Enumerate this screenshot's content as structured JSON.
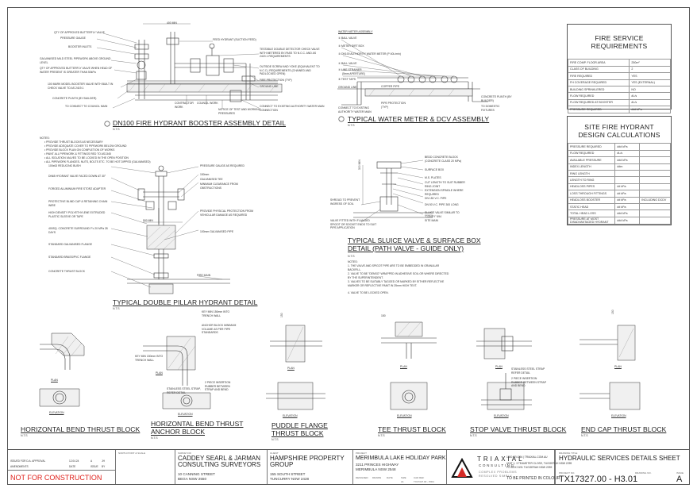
{
  "drawings": {
    "booster": {
      "title": "DN100 FIRE HYDRANT BOOSTER ASSEMBLY DETAIL",
      "scale": "N.T.S",
      "dim": "400 MIN",
      "notes_head": "NOTES:",
      "notes": [
        "PROVIDE THRUST BLOCKS AS NECESSARY",
        "PROVIDE ADEQUATE COVER TO PIPEWORK BELOW GROUND",
        "PROVIDE BLOCK PLAN ON COMPLETION OF WORKS",
        "PAINT ALL PIPEWORK & FITTINGS RED TO AS1345",
        "ALL ISOLATION VALVES TO BE LOCKED IN THE OPEN POSITION",
        "ALL PIPEWORK FLANGES- NUTS, BOLTS ETC. TO BE HOT DIPPED (GALVANISED)"
      ],
      "labels_left": [
        "QTY OF APPROVED BUTTERFLY VALVE",
        "PRESSURE GAUGE",
        "BOOSTER INLETS",
        "GALVANISED MILD STEEL PIPEWORK ABOVE GROUND LEVEL",
        "QTY OF APPROVED BUTTERFLY VALVE WHEN HEAD OF WATER PRESENT IS GREATER THAN 50kPa",
        "100 MARK MODEL BOOSTER VALVE WITH BUILT IN CHECK VALVE TO AS 2419.1",
        "CONCRETE PLINTH (BY BUILDER)",
        "TO CONNECT TO COUNCIL MAIN"
      ],
      "labels_right": [
        "FEED HYDRANT (SUCTION FEED)",
        "TESTABLE DOUBLE DETECTOR CHECK VALVE WITH METERED BY-PASS TO N.C.C. AND AS 2419.1 REQUIREMENTS",
        "OUTSIDE SCREW AND YOKE (EQUIVALENT TO N.C.C.) REQUIREMENTS (CHAINED AND PADLOCKED OPEN)",
        "FIRE PROTECTION (TYP)",
        "GROUND LINE",
        "CONNECT TO EXISTING AUTHORITY WATER MAIN CONNECTION"
      ],
      "labels_bottom": [
        "CONTRACTOR WORK",
        "COUNCIL WORK",
        "NOTICE OF TEST AND WORKING PRESSURES"
      ]
    },
    "meter": {
      "title": "TYPICAL WATER METER & DCV ASSEMBLY",
      "scale": "N.T.S",
      "legend_head": "WATER METER ASSEMBLY",
      "legend": [
        "BALL VALVE",
        "METER DIRT BOX",
        "DN100 AUTHORITY WATER METER (P 40L/min)",
        "BALL VALVE",
        "LINE STRAINER",
        "(5mm APERTURE)",
        "TEST TAPS"
      ],
      "labels": [
        "COPPER PIPE",
        "GROUND LINE",
        "CONNECT TO EXISTING AUTHORITY WATER MAIN",
        "PIPE PROTECTION (TYP)",
        "CONCRETE PLINTH (BY BUILDER)",
        "TO DOMESTIC FIXTURES"
      ]
    },
    "pillar": {
      "title": "TYPICAL DOUBLE PILLAR HYDRANT DETAIL",
      "scale": "N.T.S",
      "labels_left": [
        "100x63 REDUCING BUSH",
        "DN65 HYDRANT VALVE FACED DOWN AT 30°",
        "FORGED ALUMINIUM FIRE STORZ ADAPTER",
        "PROTECTIVE BLIND CAP & RETAINING CHAIN WIRE",
        "HIGH DENSITY POLYETHYLENE EXTRUDED PLASTIC SLEEVE OR TAPE",
        "400SQ. CONCRETE SURROUND F'c 20 MPa 28 DAYS",
        "STANDARD GALVANISED FLANGE",
        "STANDARD BRASS/PVC FLANGE",
        "CONCRETE THRUST BLOCK"
      ],
      "labels_right": [
        "PRESSURE GAUGE AS REQUIRED",
        "150mm",
        "GALVANISED TEE",
        "MINIMUM CLEARANCE FROM OBSTRUCTIONS",
        "PROVIDE PHYSICAL PROTECTION FROM VEHICULAR DAMAGE AS REQUIRED",
        "100mm GALVANISED PIPE",
        "FIRE MAIN"
      ],
      "dim": "500 MIN"
    },
    "sluice": {
      "title": "TYPICAL SLUICE VALVE & SURFACE BOX DETAIL (PATH VALVE - GUIDE ONLY)",
      "scale": "N.T.S",
      "labels_right": [
        "BEDD CONCRETE BLOCK (CONCRETE CLASS 20 MPa)",
        "SURFACE BOX",
        "M.S. PLATES",
        "CUT LENGTH TO SUIT RUBBER RING JOINT",
        "EXTENSION SPINDLE WHERE REQUIRED",
        "DN 150 V.C. PIPE",
        "DN 50 V.C. PIPE 300 LONG",
        "SLUICE VALVE SIMILAR TO \"CONEY\" 694",
        "SITE MAIN"
      ],
      "labels_left": [
        "SHROUD TO PREVENT INGRESS OF SOIL",
        "VALVE FITTED WITH FLANGED SPIGOT OR SOCKET ENDS TO SUIT PIPE APPLICATION"
      ],
      "dim": "300 MIN",
      "notes_head": "NOTES:",
      "notes": [
        "1.  THE VALVE AND SPIGOT PIPE ARE TO BE EMBEDDED IN GRANULAR BACKFILL.",
        "2.  VALVE TO BE \"DENSO\" WRAPPED IN ADHESIVE SOIL OR WHERE DIRECTED BY THE SUPERINTENDENT.",
        "3.  VALVES TO BE SUITABLY TAGGED OR MARKED BY EITHER REFLECTIVE MARKER OR REFLECTIVE PAINT IN 25mm HIGH TEXT.",
        "4.  VALVE TO BE LOCKED OPEN."
      ]
    },
    "thrust": [
      {
        "title": "HORIZONTAL BEND THRUST BLOCK",
        "scale": "N.T.S",
        "plan": "PLAN",
        "elev": "ELEVATION"
      },
      {
        "title": "HORIZONTAL BEND THRUST ANCHOR BLOCK",
        "scale": "N.T.S",
        "plan": "PLAN",
        "elev": "ELEVATION",
        "labels": [
          "KEY MIN 150mm INTO TRENCH WALL",
          "ANCHOR BLOCK MINIMUM VOLUME AS PER PIPE STANDARDS",
          "KEY MIN 150mm INTO TRENCH WALL",
          "STAINLESS STEEL STRAP, REFER DETAIL",
          "2 PIECE INSERTION RUBBER BETWEEN STRAP AND BEND"
        ]
      },
      {
        "title": "PUDDLE FLANGE THRUST BLOCK",
        "scale": "N.T.S",
        "plan": "PLAN",
        "elev": "ELEVATION",
        "dim": "150"
      },
      {
        "title": "TEE THRUST BLOCK",
        "scale": "N.T.S",
        "plan": "PLAN",
        "elev": "ELEVATION",
        "dim": "150"
      },
      {
        "title": "STOP VALVE THRUST BLOCK",
        "scale": "N.T.S",
        "plan": "PLAN",
        "elev": "ELEVATION",
        "labels": [
          "STAINLESS STEEL STRAP REFER DETAIL",
          "2 PIECE INSERTION RUBBER BETWEEN STRAP AND BEND"
        ]
      },
      {
        "title": "END CAP THRUST BLOCK",
        "scale": "N.T.S",
        "plan": "PLAN",
        "elev": "ELEVATION",
        "dim": "150"
      }
    ]
  },
  "fire_service": {
    "title": "FIRE SERVICE REQUIREMENTS",
    "rows": [
      [
        "FIRE COMP. FLOOR AREA",
        "250m²"
      ],
      [
        "CLASS OF BUILDING",
        "2"
      ],
      [
        "FIRE REQUIRED",
        "YES"
      ],
      [
        "FH COVERAGE REQUIRED",
        "YES (EXTERNAL)"
      ],
      [
        "BUILDING SPRINKLERED",
        "NO"
      ],
      [
        "FLOW REQUIRED",
        "#L/s"
      ],
      [
        "FLOW REQUIRED AT BOOSTER",
        "#L/s"
      ],
      [
        "PRESSURE REQUIRED",
        "### kPa"
      ]
    ]
  },
  "site_hydrant": {
    "title": "SITE FIRE HYDRANT DESIGN CALCULATIONS",
    "rows": [
      [
        "PRESSURE REQUIRED",
        "### kPa",
        ""
      ],
      [
        "FLOW REQUIRED",
        "#L/s",
        ""
      ],
      [
        "AVAILABLE PRESSURE",
        "### kPa",
        ""
      ],
      [
        "INDEX LENGTH",
        "##m",
        ""
      ],
      [
        "RING LENGTH",
        "",
        ""
      ],
      [
        "LENGTH TO RING",
        "",
        ""
      ],
      [
        "HEADLOSS PIPES",
        "## kPa",
        ""
      ],
      [
        "LOSS THROUGH FITTINGS",
        "## kPa",
        ""
      ],
      [
        "HEADLOSS BOOSTER",
        "## kPa",
        "INCLUDING DCDV"
      ],
      [
        "STATIC HEAD",
        "## kPa",
        ""
      ],
      [
        "TOTAL HEAD LOSS",
        "### kPa",
        ""
      ],
      [
        "PRESSURE AT MOST DISADVANTAGED HYDRANT",
        "### kPa",
        ""
      ]
    ]
  },
  "title_block": {
    "north_label": "NORTH POINT & SCALE",
    "revisions": [
      [
        "ISSUED FOR D.A. APPROVAL",
        "12.04.24",
        "A",
        "JH"
      ],
      [
        "AMENDMENTS",
        "DATE",
        "ISSUE",
        "BY"
      ]
    ],
    "status": "NOT FOR CONSTRUCTION",
    "surveyor_label": "SURVEYOR",
    "surveyor": "CADDEY SEARL & JARMAN CONSULTING SURVEYORS",
    "surveyor_addr": [
      "10 CANNING STREET",
      "BEGA NSW 2550"
    ],
    "client_label": "CLIENT",
    "client": "HAMPSHIRE PROPERTY GROUP",
    "client_addr": [
      "155 SOUTH STREET",
      "TUNCURRY NSW 2428"
    ],
    "project_label": "PROJECT",
    "project": "MERIMBULA LAKE HOLIDAY PARK",
    "project_addr": [
      "3211 PRINCES HIGHWAY",
      "MERIMBULA NSW 2548"
    ],
    "meta_labels": [
      "DESIGNED",
      "DRAWN",
      "DATE",
      "SIZE",
      "CAD REF"
    ],
    "meta_values": [
      "",
      "",
      "",
      "A1",
      "TX17327.00 - P001"
    ],
    "firm_name": "TRIAXIAL",
    "firm_sub": "CONSULTING",
    "firm_tag": [
      "COMPLEX PROBLEMS",
      "RESOLVED SIMPLY"
    ],
    "firm_contact": [
      "1300 874 294 | TRIAXIAL.COM.AU",
      "UNIT 1, 3 TEAMSTER CLOSE, TUGGERAH NSW 2259",
      "PO BOX 3191 TUGGERAH NSW 2259"
    ],
    "print_note": "TO BE PRINTED IN COLOUR",
    "drawing_label": "DRAWING TITLE",
    "drawing_title": "HYDRAULIC SERVICES DETAILS SHEET",
    "num_labels": [
      "PROJECT NO.",
      "DRAWING NO.",
      "ISSUE"
    ],
    "project_no": "TX17327.00 - H3.01",
    "issue": "A"
  },
  "colors": {
    "status": "#e0201a",
    "line": "#333333",
    "accent": "#d42a26"
  }
}
